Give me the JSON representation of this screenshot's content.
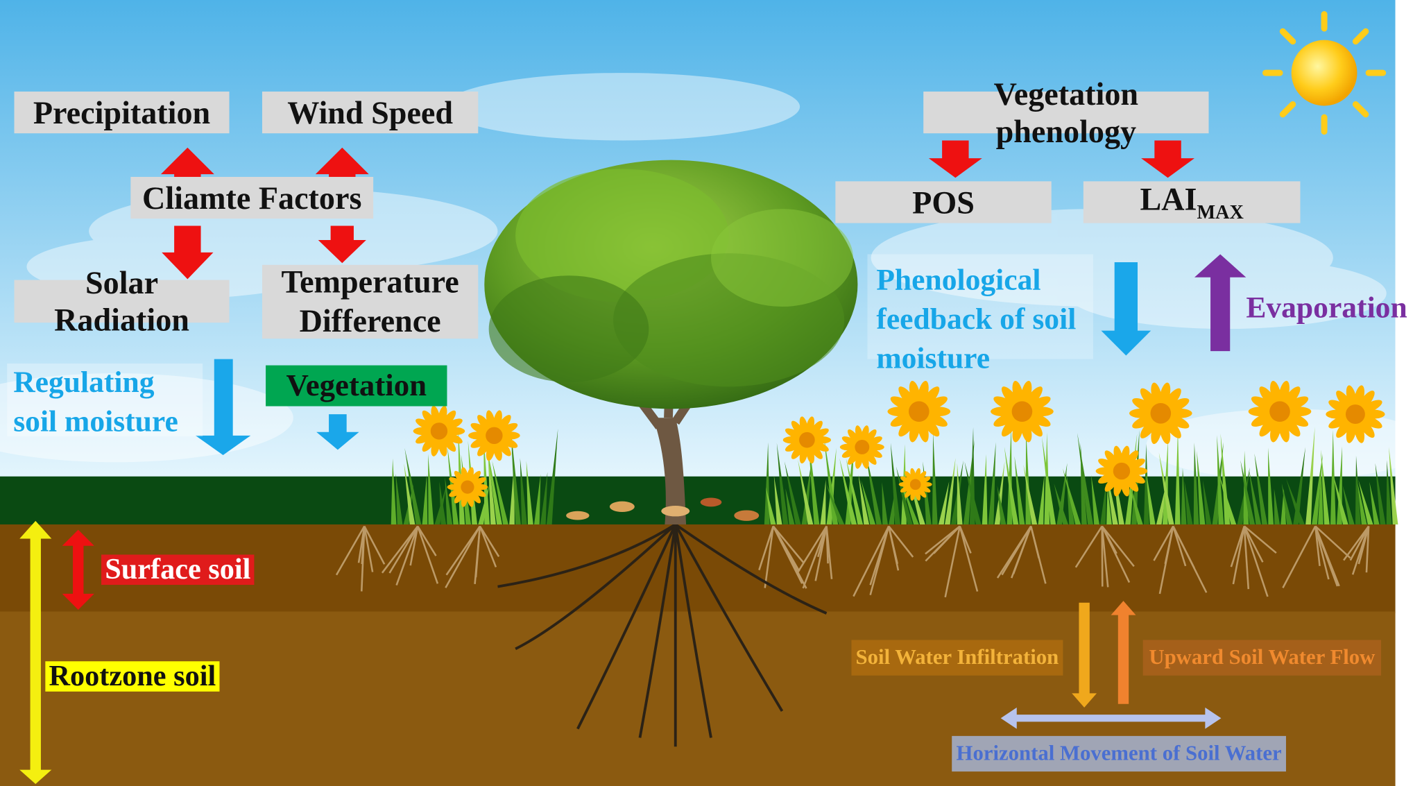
{
  "colors": {
    "sky_top": "#4fb3e8",
    "sky_bottom": "#e4f5fd",
    "ground_dark": "#0a4a12",
    "surface_soil": "#7a4a06",
    "rootzone_soil": "#8b5a10",
    "arrow_red": "#ee1111",
    "arrow_blue": "#1aa7ea",
    "arrow_purple": "#7a2fa0",
    "arrow_yellow": "#f4ef10",
    "arrow_gold": "#f0a81c",
    "arrow_orange": "#f0822e",
    "arrow_lavender": "#b7c3ec",
    "label_blue": "#17a6e8",
    "label_purple": "#7a2fa0",
    "vegetation_green": "#00a651",
    "surface_red": "#e01b1b",
    "rootzone_yellow": "#ffff00",
    "sun": "#ffcc1a"
  },
  "climate": {
    "precipitation": "Precipitation",
    "wind_speed": "Wind Speed",
    "climate_factors": "Cliamte Factors",
    "solar_radiation": "Solar Radiation",
    "temperature_difference": "Temperature Difference"
  },
  "regulating_label": "Regulating soil moisture",
  "vegetation_label": "Vegetation",
  "phenology": {
    "title": "Vegetation phenology",
    "pos": "POS",
    "lai_base": "LAI",
    "lai_sub": "MAX",
    "feedback": "Phenological feedback of soil moisture",
    "evaporation": "Evaporation"
  },
  "soil": {
    "surface": "Surface soil",
    "rootzone": "Rootzone soil",
    "infiltration": "Soil Water Infiltration",
    "upward": "Upward Soil Water Flow",
    "horizontal": "Horizontal Movement of Soil Water"
  },
  "icons": [
    "sun-icon",
    "tree-icon",
    "flower-icon",
    "grass-icon",
    "root-icon"
  ]
}
